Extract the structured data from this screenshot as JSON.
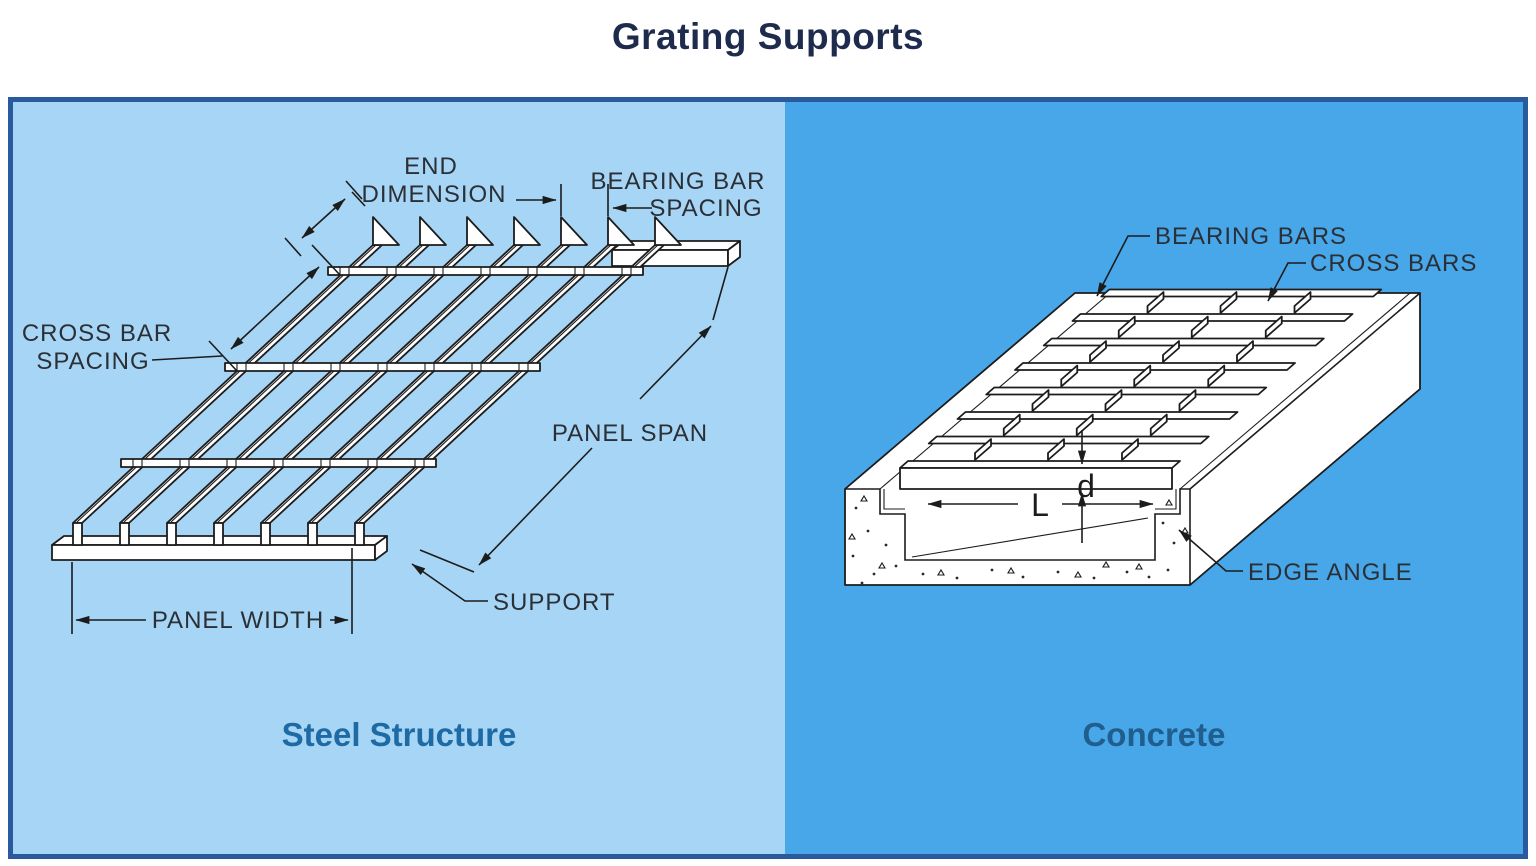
{
  "title": "Grating Supports",
  "colors": {
    "frame_border": "#2a5a9e",
    "steel_panel_bg": "#a7d5f5",
    "concrete_panel_bg": "#47a7e8",
    "title_text": "#1e2b4c",
    "steel_caption_text": "#1e6aa4",
    "concrete_caption_text": "#1f5e8d",
    "linework": "#1c1c1c",
    "label_text": "#2b2f36"
  },
  "steel_panel": {
    "caption": "Steel Structure",
    "labels": {
      "end_dimension_line1": "END",
      "end_dimension_line2": "DIMENSION",
      "bearing_bar_spacing_line1": "BEARING BAR",
      "bearing_bar_spacing_line2": "SPACING",
      "cross_bar_spacing_line1": "CROSS BAR",
      "cross_bar_spacing_line2": "SPACING",
      "panel_span": "PANEL SPAN",
      "panel_width": "PANEL WIDTH",
      "support": "SUPPORT"
    }
  },
  "concrete_panel": {
    "caption": "Concrete",
    "labels": {
      "bearing_bars": "BEARING BARS",
      "cross_bars": "CROSS BARS",
      "bar_depth": "d",
      "clear_span": "L",
      "edge_angle": "EDGE ANGLE"
    }
  }
}
